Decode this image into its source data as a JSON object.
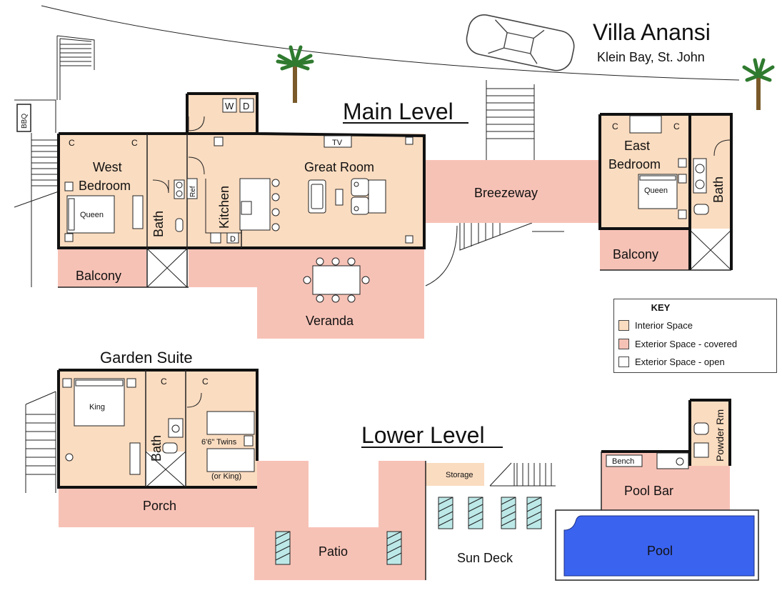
{
  "title": "Villa Anansi",
  "subtitle": "Klein Bay, St. John",
  "levels": {
    "main": "Main Level",
    "lower": "Lower Level"
  },
  "colors": {
    "interior": "#fadcc0",
    "covered": "#f7c2b6",
    "open": "#ffffff",
    "pool": "#3a63f0",
    "lounger": "#bde8e8"
  },
  "rooms": {
    "west_bedroom_line1": "West",
    "west_bedroom_line2": "Bedroom",
    "west_bed": "Queen",
    "west_bath": "Bath",
    "west_balcony": "Balcony",
    "kitchen": "Kitchen",
    "fridge": "Ref",
    "dishwasher": "D",
    "great_room": "Great Room",
    "tv": "TV",
    "washer": "W",
    "dryer": "D",
    "bbq": "BBQ",
    "veranda": "Veranda",
    "breezeway": "Breezeway",
    "east_bedroom_line1": "East",
    "east_bedroom_line2": "Bedroom",
    "east_bed": "Queen",
    "east_bath": "Bath",
    "east_balcony": "Balcony",
    "closet": "C",
    "garden_suite": "Garden Suite",
    "king_bed": "King",
    "garden_bath": "Bath",
    "twins_line1": "6'6\" Twins",
    "twins_line2": "(or King)",
    "porch": "Porch",
    "patio": "Patio",
    "storage": "Storage",
    "sun_deck": "Sun Deck",
    "bench": "Bench",
    "pool_bar": "Pool Bar",
    "pool": "Pool",
    "powder_room": "Powder Rm"
  },
  "key": {
    "title": "KEY",
    "items": [
      {
        "label": "Interior Space",
        "color": "#fadcc0"
      },
      {
        "label": "Exterior Space - covered",
        "color": "#f7c2b6"
      },
      {
        "label": "Exterior Space - open",
        "color": "#ffffff"
      }
    ]
  }
}
